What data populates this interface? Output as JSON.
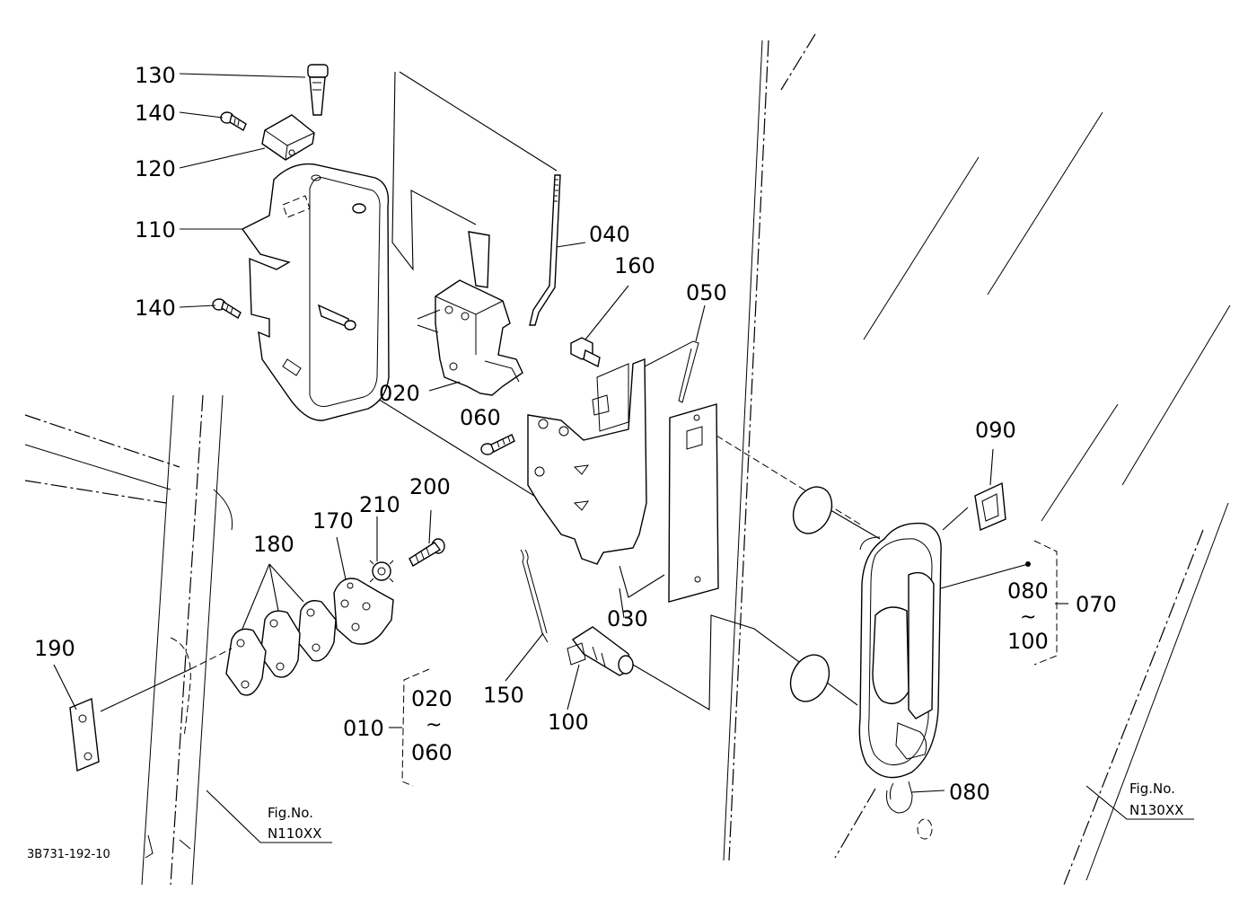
{
  "drawing_id": "3B731-192-10",
  "callouts": {
    "p130": "130",
    "p140a": "140",
    "p120": "120",
    "p110": "110",
    "p140b": "140",
    "p040": "040",
    "p160": "160",
    "p050": "050",
    "p020": "020",
    "p060": "060",
    "p200": "200",
    "p210": "210",
    "p170": "170",
    "p180": "180",
    "p190": "190",
    "p030": "030",
    "p150": "150",
    "p100": "100",
    "p090": "090",
    "p080": "080",
    "p070": "070"
  },
  "group_010": {
    "main": "010",
    "from": "020",
    "sep": "~",
    "to": "060"
  },
  "group_070": {
    "from": "080",
    "sep": "~",
    "to": "100"
  },
  "fig_refs": {
    "left": {
      "caption": "Fig.No.",
      "code": "N110XX"
    },
    "right": {
      "caption": "Fig.No.",
      "code": "N130XX"
    }
  }
}
